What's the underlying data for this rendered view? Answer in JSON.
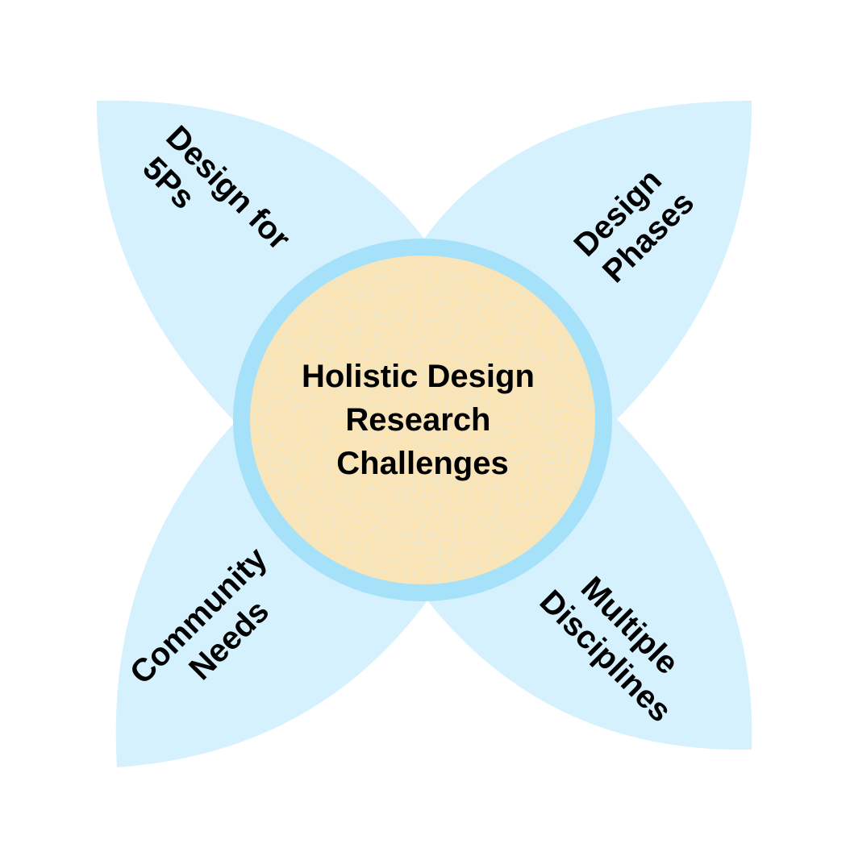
{
  "center": {
    "lines": [
      "Holistic Design",
      "Research",
      "Challenges"
    ]
  },
  "petals": [
    {
      "id": "top-left",
      "lines": [
        "Design for",
        "5Ps"
      ]
    },
    {
      "id": "top-right",
      "lines": [
        "Design",
        "Phases"
      ]
    },
    {
      "id": "bottom-left",
      "lines": [
        "Community",
        "Needs"
      ]
    },
    {
      "id": "bottom-right",
      "lines": [
        "Multiple",
        "Disciplines"
      ]
    }
  ],
  "colors": {
    "petal": "#d5f1fd",
    "ring": "#a6e1fa",
    "core": "#fde3b0",
    "text": "#000000"
  }
}
